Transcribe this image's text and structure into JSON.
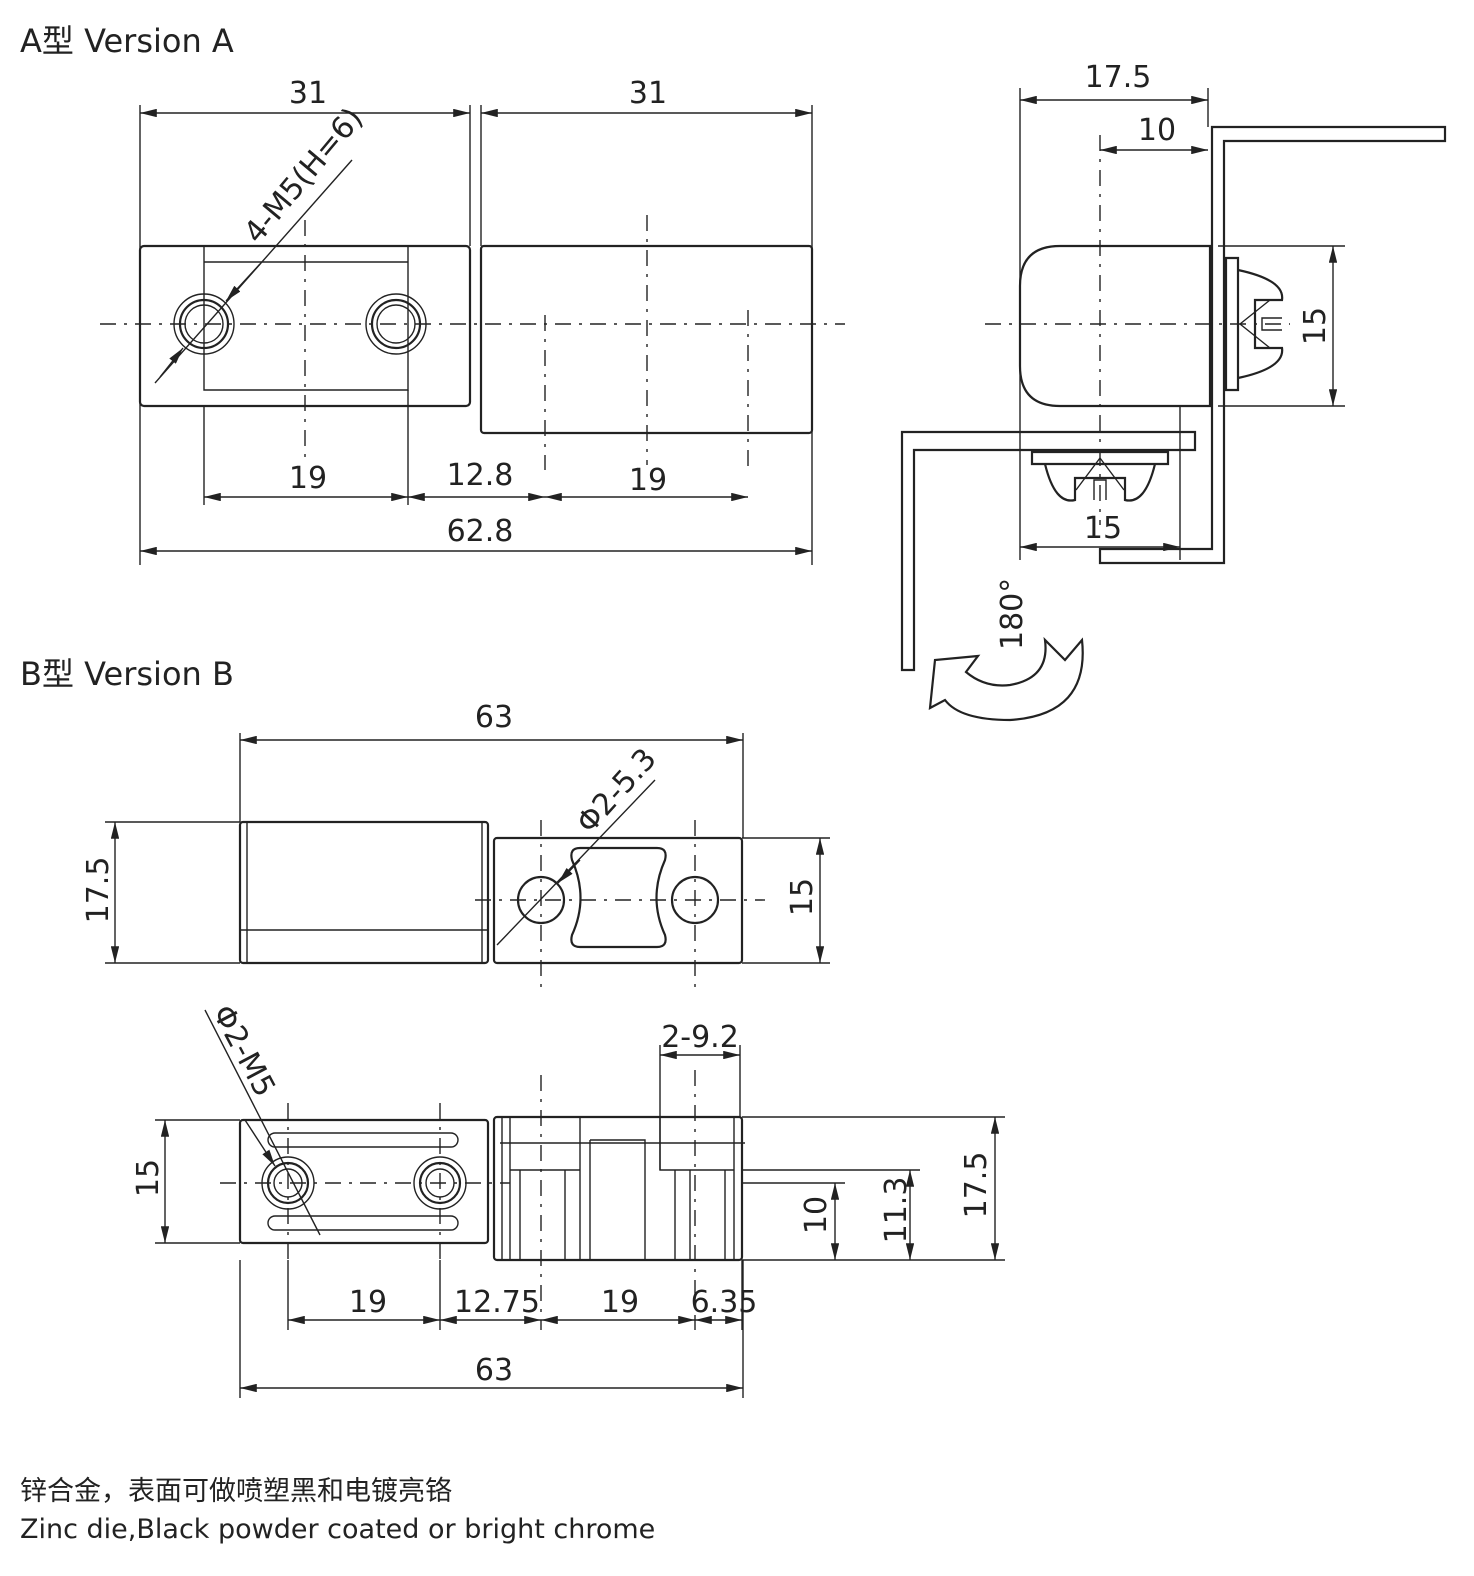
{
  "version_a": {
    "title": "A型 Version A",
    "front": {
      "top_left": "31",
      "top_right": "31",
      "thread_callout": "4-M5(H=6)",
      "hole_pitch_left": "19",
      "gap": "12.8",
      "hole_pitch_right": "19",
      "overall": "62.8"
    },
    "side": {
      "width_outer": "17.5",
      "width_inner": "10",
      "height": "15",
      "bottom": "15",
      "rotation": "180°"
    }
  },
  "version_b": {
    "title": "B型 Version B",
    "top": {
      "overall": "63",
      "height_left": "17.5",
      "height_right": "15",
      "hole_callout": "Φ2-5.3"
    },
    "bottom": {
      "thread_callout": "Φ2-M5",
      "slot": "2-9.2",
      "height_left": "15",
      "dim_10": "10",
      "dim_11_3": "11.3",
      "dim_17_5": "17.5",
      "pitch_left": "19",
      "gap": "12.75",
      "pitch_right": "19",
      "offset": "6.35",
      "overall": "63"
    }
  },
  "notes": {
    "material_cn": "锌合金，表面可做喷塑黑和电镀亮铬",
    "material_en": "Zinc die,Black powder coated or bright chrome"
  }
}
